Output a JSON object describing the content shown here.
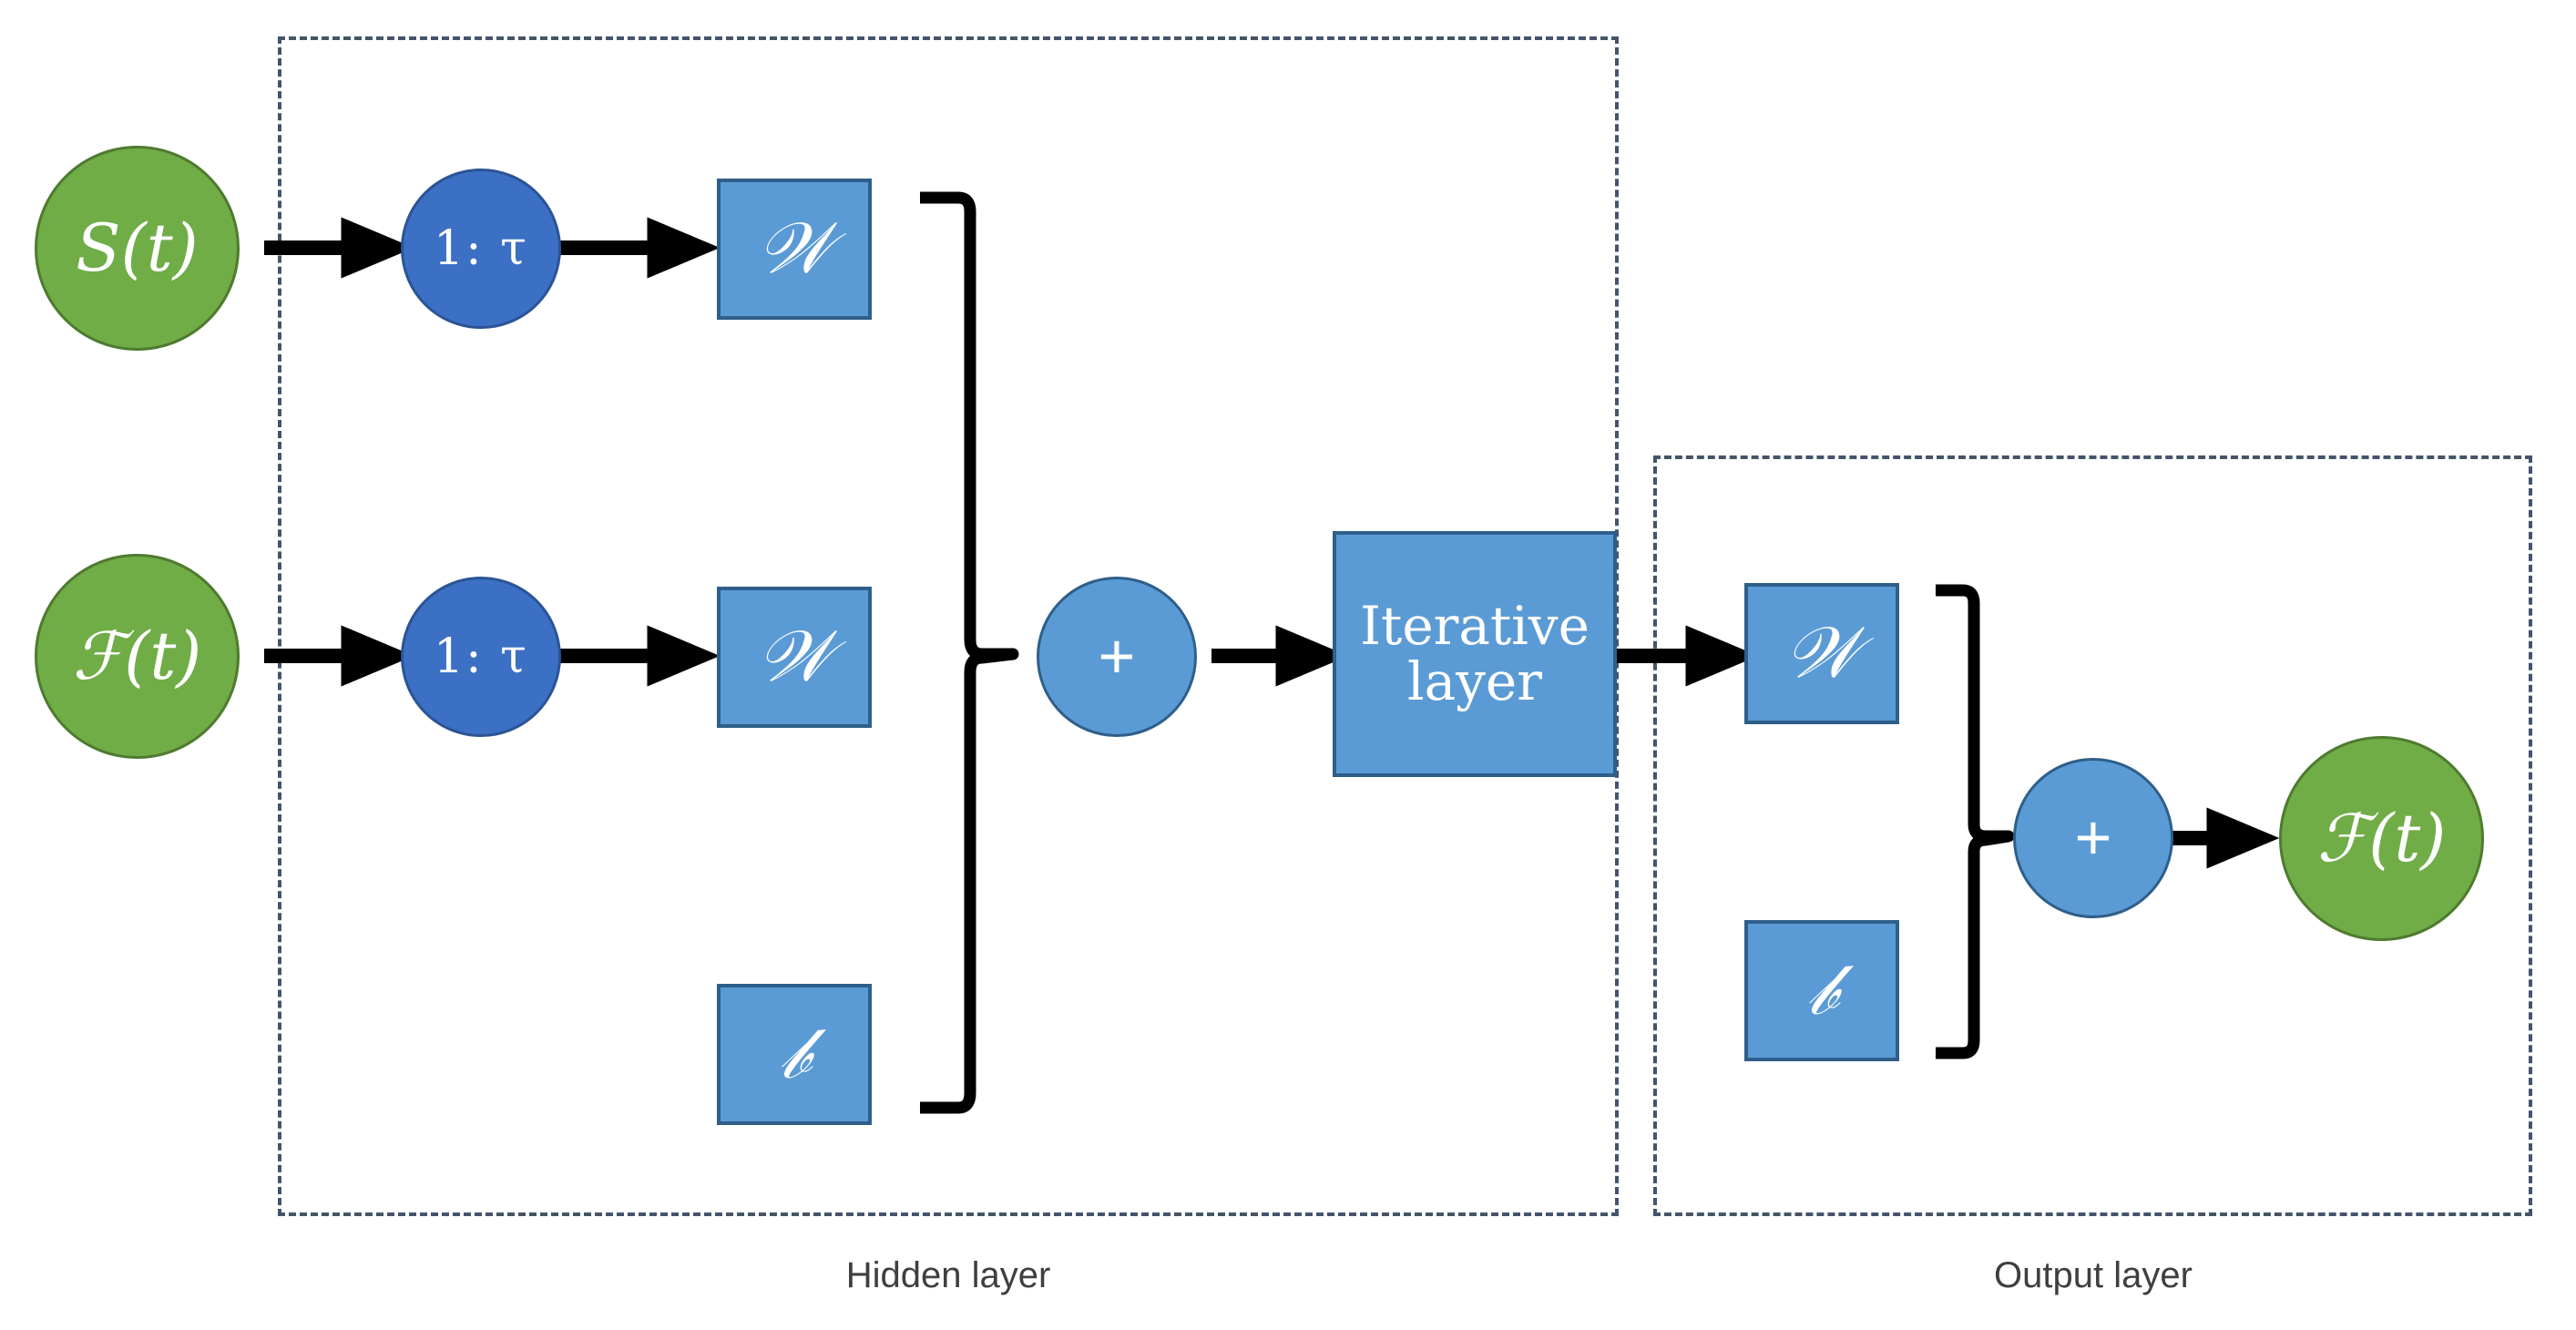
{
  "diagram": {
    "title": "Neural network architecture with hidden and output layers",
    "colors": {
      "green": "#70AD47",
      "green_border": "#4E7B2F",
      "dark_blue": "#3C70C4",
      "dark_blue_border": "#2B5496",
      "light_blue": "#5B9BD5",
      "light_blue_border": "#2E5F8A",
      "dashed_frame": "#44546A",
      "arrow": "#000000",
      "background": "#FFFFFF",
      "caption_text": "#3F3F3F"
    },
    "groups": [
      {
        "id": "hidden-layer",
        "caption": "Hidden layer"
      },
      {
        "id": "output-layer",
        "caption": "Output layer"
      }
    ],
    "inputs": [
      {
        "id": "input-s",
        "label": "S(t)",
        "shape": "circle",
        "color": "green"
      },
      {
        "id": "input-f",
        "label": "ℱ(t)",
        "shape": "circle",
        "color": "green"
      }
    ],
    "delay_nodes": [
      {
        "id": "delay-top",
        "label": "1:  τ",
        "shape": "circle",
        "color": "dark_blue"
      },
      {
        "id": "delay-bottom",
        "label": "1:  τ",
        "shape": "circle",
        "color": "dark_blue"
      }
    ],
    "hidden_params": [
      {
        "id": "hidden-weight-top",
        "label": "𝒲",
        "plain": "w",
        "shape": "square",
        "color": "light_blue"
      },
      {
        "id": "hidden-weight-bottom",
        "label": "𝒲",
        "plain": "w",
        "shape": "square",
        "color": "light_blue"
      },
      {
        "id": "hidden-bias",
        "label": "𝒷",
        "plain": "b",
        "shape": "square",
        "color": "light_blue"
      }
    ],
    "hidden_sum": {
      "id": "hidden-sum",
      "label": "+",
      "shape": "circle",
      "color": "light_blue"
    },
    "iterative_layer": {
      "id": "iterative-layer",
      "line1": "Iterative",
      "line2": "layer",
      "shape": "rectangle",
      "color": "light_blue"
    },
    "output_params": [
      {
        "id": "output-weight",
        "label": "𝒲",
        "plain": "w",
        "shape": "square",
        "color": "light_blue"
      },
      {
        "id": "output-bias",
        "label": "𝒷",
        "plain": "b",
        "shape": "square",
        "color": "light_blue"
      }
    ],
    "output_sum": {
      "id": "output-sum",
      "label": "+",
      "shape": "circle",
      "color": "light_blue"
    },
    "output_node": {
      "id": "output-f",
      "label": "ℱ(t)",
      "shape": "circle",
      "color": "green"
    },
    "connectors": {
      "arrow_count": 7,
      "brace_count": 2,
      "description": "Black solid arrows connect nodes left to right; curly braces group weight and bias boxes into their summation node."
    }
  }
}
